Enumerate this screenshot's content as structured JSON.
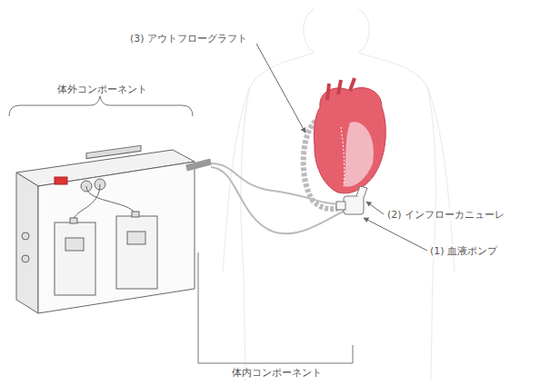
{
  "diagram": {
    "labels": [
      "(3) アウトフローグラフト",
      "(2) インフローカニューレ",
      "(1) 血液ポンプ",
      "体外コンポーネント",
      "体内コンポーネント"
    ]
  }
}
